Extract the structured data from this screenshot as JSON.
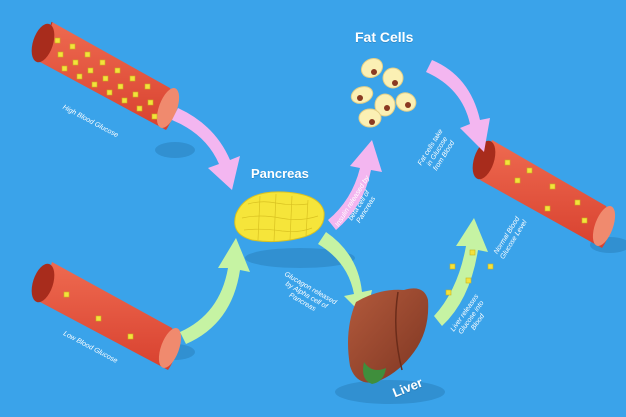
{
  "labels": {
    "fat_cells": "Fat Cells",
    "pancreas": "Pancreas",
    "liver": "Liver"
  },
  "captions": {
    "high_blood_glucose": "High Blood Glucose",
    "low_blood_glucose": "Low Blood Glucose",
    "insulin": "Insulin released by beta cell of Pancreas",
    "glucagon": "Glucagon released by Alpha cell of Pancreas",
    "fat_cells_take": "Fat cells take in Glucose from Blood",
    "liver_releases": "Liver releases Glucose into Blood",
    "normal_blood_glucose": "Normal Blood Glucose Level"
  },
  "colors": {
    "background": "#3aa3ea",
    "vessel": "#e8553f",
    "vessel_inner": "#c0392b",
    "glucose": "#f4e23c",
    "pink_arrow": "#f3b6f0",
    "green_arrow": "#c6f3a3",
    "pancreas": "#f6e53a",
    "liver": "#9c4a30"
  },
  "icons": [
    "blood-vessel-icon",
    "pancreas-icon",
    "liver-icon",
    "fat-cell-icon",
    "glucose-cube-icon",
    "arrow-icon"
  ]
}
